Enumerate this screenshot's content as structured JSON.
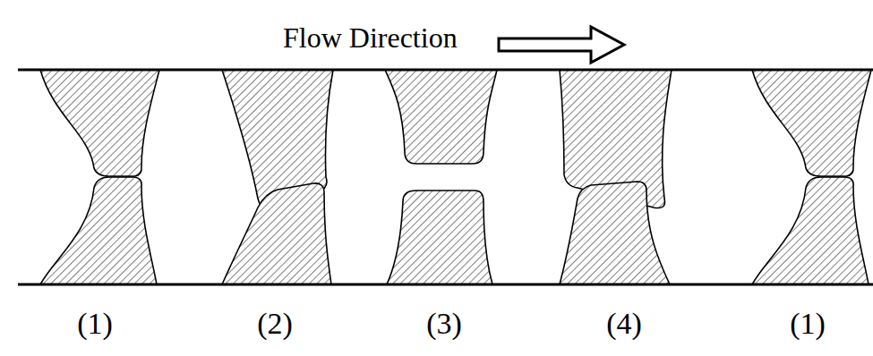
{
  "diagram": {
    "labels": [
      "Flow Direction",
      "(1)",
      "(2)",
      "(3)",
      "(4)",
      "(1)"
    ]
  }
}
